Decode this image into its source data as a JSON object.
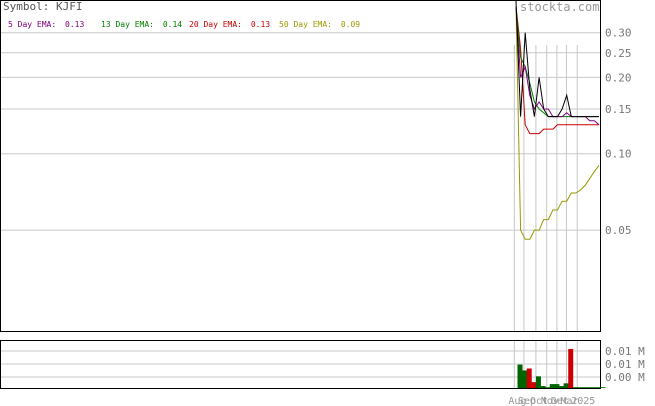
{
  "symbol_label": "Symbol: KJFI",
  "watermark": "stockta.com",
  "legend": [
    {
      "label": "5 Day EMA:",
      "value": "0.13",
      "color": "#800080"
    },
    {
      "label": "13 Day EMA:",
      "value": "0.14",
      "color": "#008000"
    },
    {
      "label": "20 Day EMA:",
      "value": "0.13",
      "color": "#cc0000"
    },
    {
      "label": "50 Day EMA:",
      "value": "0.09",
      "color": "#999900"
    }
  ],
  "chart_data": {
    "type": "line",
    "title": "",
    "y_scale": "log",
    "ylim": [
      0.02,
      0.4
    ],
    "price_ticks": [
      "0.30",
      "0.25",
      "0.20",
      "0.15",
      "0.10",
      "0.05"
    ],
    "price_tick_values": [
      0.3,
      0.25,
      0.2,
      0.15,
      0.1,
      0.05
    ],
    "volume_ticks": [
      "0.01 M",
      "0.01 M",
      "0.00 M"
    ],
    "x_tick_labels": [
      "Aug",
      "Sep",
      "Oct",
      "Nov",
      "Dec",
      "Mar",
      "2025"
    ],
    "x_tick_positions": [
      0.857,
      0.873,
      0.893,
      0.911,
      0.928,
      0.944,
      0.962
    ],
    "series": [
      {
        "name": "Price",
        "color": "#000000",
        "values": [
          0.4,
          0.14,
          0.3,
          0.18,
          0.14,
          0.2,
          0.15,
          0.14,
          0.14,
          0.14,
          0.15,
          0.17,
          0.14,
          0.14,
          0.14,
          0.14,
          0.14,
          0.14,
          0.14
        ]
      },
      {
        "name": "5 Day EMA",
        "color": "#800080",
        "values": [
          0.38,
          0.2,
          0.22,
          0.17,
          0.15,
          0.16,
          0.15,
          0.15,
          0.14,
          0.14,
          0.14,
          0.145,
          0.14,
          0.14,
          0.14,
          0.14,
          0.135,
          0.135,
          0.13
        ]
      },
      {
        "name": "13 Day EMA",
        "color": "#008000",
        "values": [
          0.38,
          0.24,
          0.22,
          0.19,
          0.16,
          0.15,
          0.145,
          0.14,
          0.14,
          0.14,
          0.14,
          0.14,
          0.14,
          0.14,
          0.14,
          0.14,
          0.14,
          0.14,
          0.14
        ]
      },
      {
        "name": "20 Day EMA",
        "color": "#cc0000",
        "values": [
          0.38,
          0.26,
          0.13,
          0.12,
          0.12,
          0.12,
          0.125,
          0.125,
          0.125,
          0.13,
          0.13,
          0.13,
          0.13,
          0.13,
          0.13,
          0.13,
          0.13,
          0.13,
          0.13
        ]
      },
      {
        "name": "50 Day EMA",
        "color": "#999900",
        "values": [
          0.38,
          0.05,
          0.046,
          0.046,
          0.05,
          0.05,
          0.055,
          0.055,
          0.06,
          0.06,
          0.065,
          0.065,
          0.07,
          0.07,
          0.072,
          0.075,
          0.08,
          0.085,
          0.09
        ]
      }
    ],
    "volume": {
      "values": [
        0.6,
        0.45,
        0.5,
        0.15,
        0.3,
        0.05,
        0.02,
        0.1,
        0.1,
        0.05,
        0.12,
        1.0,
        0.02,
        0.02,
        0.02,
        0.02,
        0.02,
        0.02,
        0.02
      ],
      "colors": [
        "#006400",
        "#006400",
        "#cc0000",
        "#cc0000",
        "#006400",
        "#006400",
        "#006400",
        "#006400",
        "#006400",
        "#006400",
        "#006400",
        "#cc0000",
        "#006400",
        "#006400",
        "#006400",
        "#006400",
        "#006400",
        "#006400",
        "#006400"
      ]
    },
    "grid": true
  }
}
